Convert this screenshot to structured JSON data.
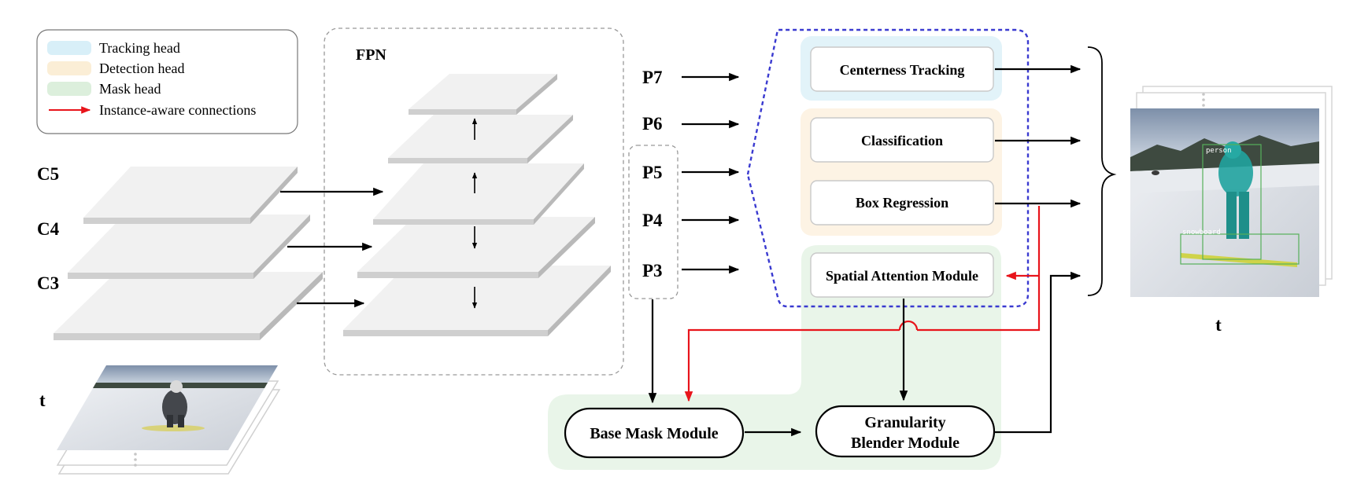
{
  "legend": {
    "tracking_head": "Tracking head",
    "detection_head": "Detection head",
    "mask_head": "Mask head",
    "instance_connections": "Instance-aware connections"
  },
  "backbone": {
    "c5": "C5",
    "c4": "C4",
    "c3": "C3"
  },
  "fpn": {
    "title": "FPN"
  },
  "pyramid": {
    "p7": "P7",
    "p6": "P6",
    "p5": "P5",
    "p4": "P4",
    "p3": "P3"
  },
  "heads": {
    "centerness": "Centerness Tracking",
    "classification": "Classification",
    "box_regression": "Box Regression",
    "spatial_attention": "Spatial Attention Module"
  },
  "mask": {
    "base_mask": "Base Mask Module",
    "granularity_line1": "Granularity",
    "granularity_line2": "Blender Module"
  },
  "frame": {
    "input_label": "t",
    "output_label": "t"
  },
  "output_image": {
    "label_person": "person",
    "label_snowboard": "snowboard"
  },
  "colors": {
    "tracking": "#e2f3f9",
    "detection": "#fdf3e4",
    "mask": "#e9f5e9",
    "instance_arrow": "#e8141b",
    "dashed_blue": "#3a3ad0"
  }
}
